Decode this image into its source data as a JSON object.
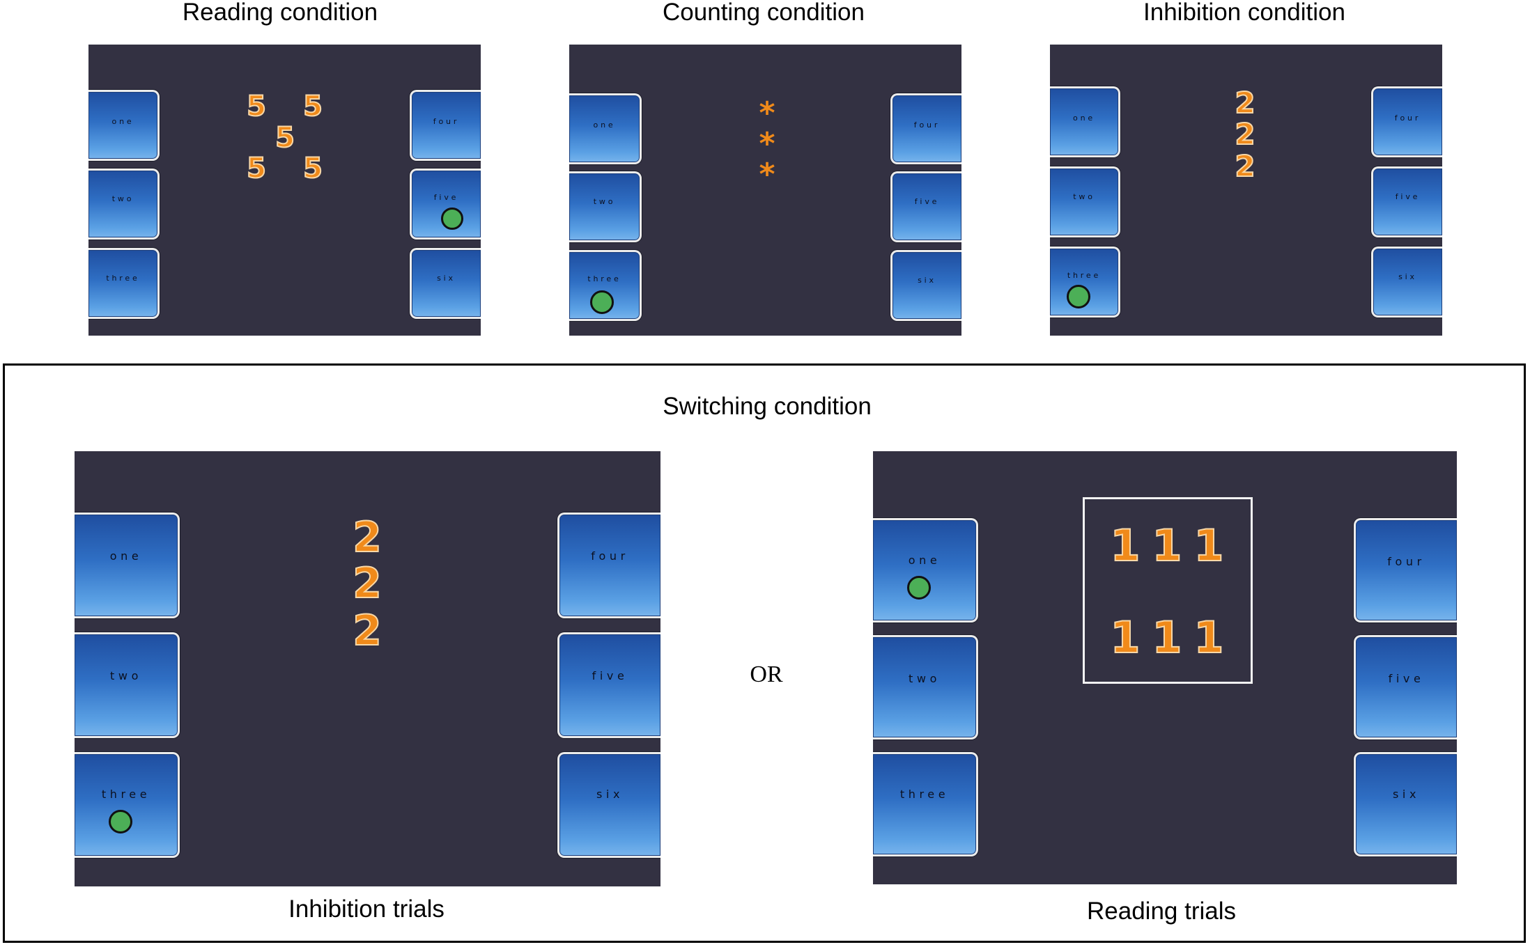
{
  "captions": {
    "reading": "Reading condition",
    "counting": "Counting condition",
    "inhibition": "Inhibition condition",
    "switching": "Switching condition",
    "inhibition_trials": "Inhibition trials",
    "reading_trials": "Reading trials",
    "or": "OR"
  },
  "buttons": {
    "one": "one",
    "two": "two",
    "three": "three",
    "four": "four",
    "five": "five",
    "six": "six"
  },
  "stimuli": {
    "reading_digit": "5",
    "counting_symbol": "*",
    "inhibition_digit": "2",
    "switch_inhibition_digit": "2",
    "switch_reading_digit": "1"
  },
  "colors": {
    "screen_bg": "#333142",
    "stimulus": "#f08a1a",
    "response_dot": "#4caf57"
  }
}
